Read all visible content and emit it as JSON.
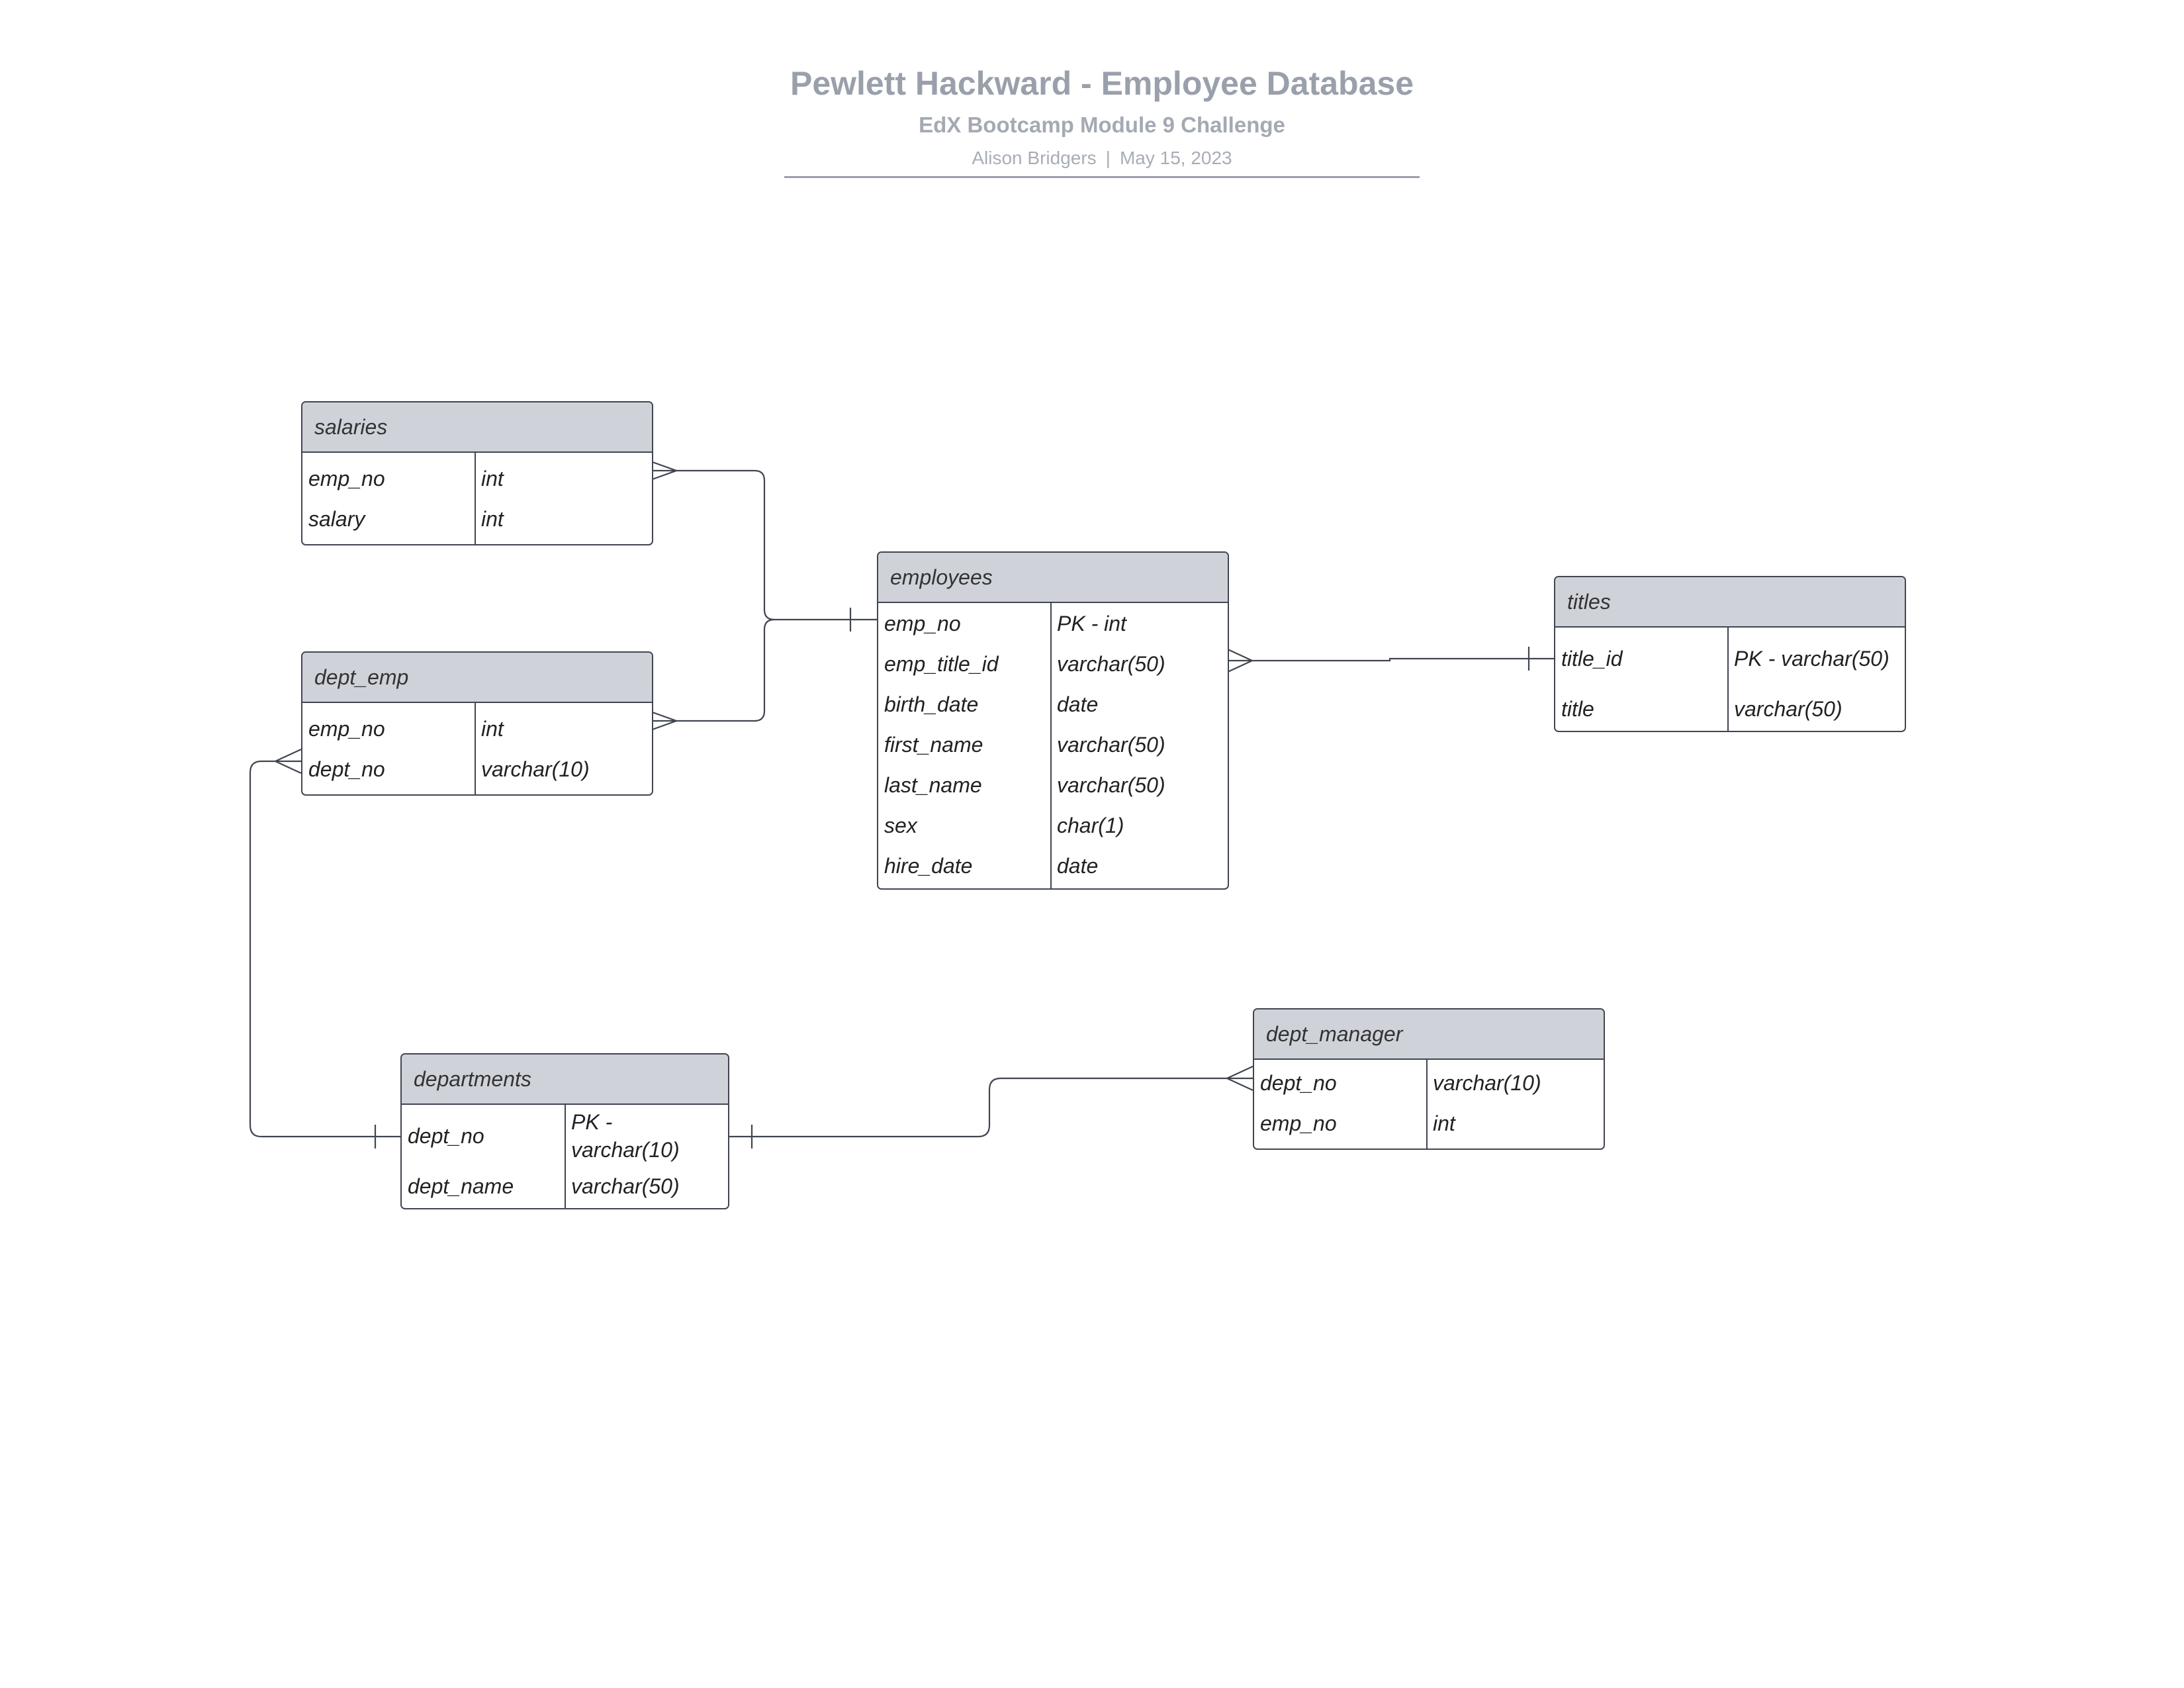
{
  "header": {
    "title": "Pewlett Hackward - Employee Database",
    "subtitle": "EdX Bootcamp Module 9 Challenge",
    "author": "Alison Bridgers",
    "separator": "|",
    "date": "May 15, 2023"
  },
  "entities": {
    "salaries": {
      "name": "salaries",
      "fields": [
        {
          "name": "emp_no",
          "type": "int"
        },
        {
          "name": "salary",
          "type": "int"
        }
      ]
    },
    "dept_emp": {
      "name": "dept_emp",
      "fields": [
        {
          "name": "emp_no",
          "type": "int"
        },
        {
          "name": "dept_no",
          "type": "varchar(10)"
        }
      ]
    },
    "employees": {
      "name": "employees",
      "fields": [
        {
          "name": "emp_no",
          "type": "PK - int"
        },
        {
          "name": "emp_title_id",
          "type": "varchar(50)"
        },
        {
          "name": "birth_date",
          "type": "date"
        },
        {
          "name": "first_name",
          "type": "varchar(50)"
        },
        {
          "name": "last_name",
          "type": "varchar(50)"
        },
        {
          "name": "sex",
          "type": "char(1)"
        },
        {
          "name": "hire_date",
          "type": "date"
        }
      ]
    },
    "titles": {
      "name": "titles",
      "fields": [
        {
          "name": "title_id",
          "type": "PK - varchar(50)"
        },
        {
          "name": "title",
          "type": "varchar(50)"
        }
      ]
    },
    "departments": {
      "name": "departments",
      "fields": [
        {
          "name": "dept_no",
          "type": "PK - varchar(10)"
        },
        {
          "name": "dept_name",
          "type": "varchar(50)"
        }
      ]
    },
    "dept_manager": {
      "name": "dept_manager",
      "fields": [
        {
          "name": "dept_no",
          "type": "varchar(10)"
        },
        {
          "name": "emp_no",
          "type": "int"
        }
      ]
    }
  },
  "relationships": [
    {
      "from": "salaries.emp_no",
      "from_card": "many",
      "to": "employees.emp_no",
      "to_card": "one"
    },
    {
      "from": "dept_emp.emp_no",
      "from_card": "many",
      "to": "employees.emp_no",
      "to_card": "one"
    },
    {
      "from": "employees.emp_title_id",
      "from_card": "many",
      "to": "titles.title_id",
      "to_card": "one"
    },
    {
      "from": "dept_emp.dept_no",
      "from_card": "many",
      "to": "departments.dept_no",
      "to_card": "one"
    },
    {
      "from": "dept_manager.dept_no",
      "from_card": "many",
      "to": "departments.dept_no",
      "to_card": "one"
    }
  ],
  "colors": {
    "header_text": "#9aa0ab",
    "entity_header_fill": "#cfd3d9",
    "border": "#404550"
  }
}
